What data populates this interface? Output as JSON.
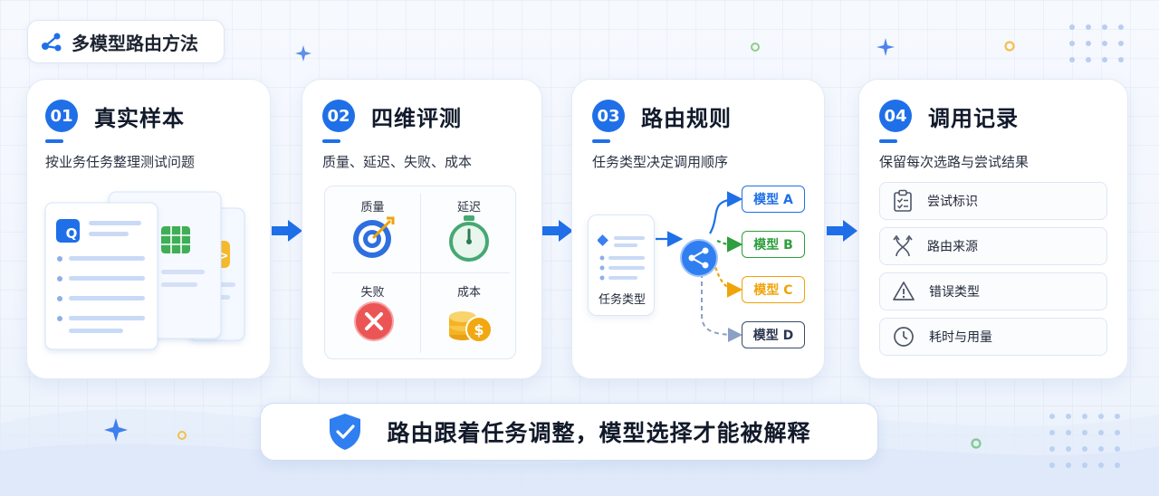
{
  "header": {
    "title": "多模型路由方法"
  },
  "steps": [
    {
      "num": "01",
      "title": "真实样本",
      "subtitle": "按业务任务整理测试问题"
    },
    {
      "num": "02",
      "title": "四维评测",
      "subtitle": "质量、延迟、失败、成本"
    },
    {
      "num": "03",
      "title": "路由规则",
      "subtitle": "任务类型决定调用顺序"
    },
    {
      "num": "04",
      "title": "调用记录",
      "subtitle": "保留每次选路与尝试结果"
    }
  ],
  "samples": {
    "q_badge": "Q"
  },
  "metrics": [
    {
      "label": "质量",
      "icon": "target-icon"
    },
    {
      "label": "延迟",
      "icon": "stopwatch-icon"
    },
    {
      "label": "失败",
      "icon": "error-icon"
    },
    {
      "label": "成本",
      "icon": "coins-icon"
    }
  ],
  "routing": {
    "task_label": "任务类型",
    "models": [
      {
        "label": "模型 A",
        "color": "#1f6fe8"
      },
      {
        "label": "模型 B",
        "color": "#2e9e3e"
      },
      {
        "label": "模型 C",
        "color": "#f0a30a"
      },
      {
        "label": "模型 D",
        "color": "#3a4b6a"
      }
    ]
  },
  "records": [
    {
      "label": "尝试标识",
      "icon": "clipboard-icon"
    },
    {
      "label": "路由来源",
      "icon": "route-icon"
    },
    {
      "label": "错误类型",
      "icon": "warning-icon"
    },
    {
      "label": "耗时与用量",
      "icon": "clock-icon"
    }
  ],
  "banner": {
    "text": "路由跟着任务调整，模型选择才能被解释"
  },
  "colors": {
    "primary": "#1f6fe8",
    "green": "#2e9e3e",
    "orange": "#f0a30a",
    "red": "#e84b4b"
  }
}
